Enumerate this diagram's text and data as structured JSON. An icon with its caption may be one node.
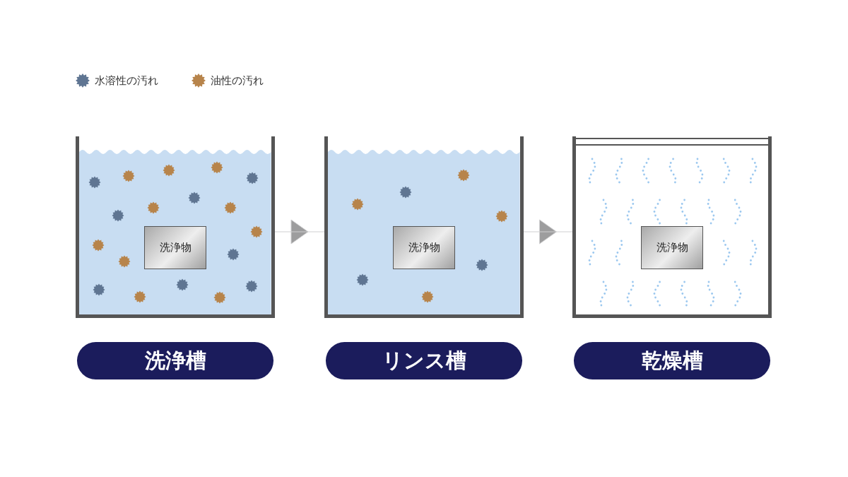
{
  "diagram": {
    "nodes": [
      {
        "text": [],
        "shape": "picture"
      },
      {
        "text": [
          "洗浄物"
        ],
        "in": 0
      },
      {
        "text": [
          "洗浄槽"
        ]
      },
      {
        "text": [],
        "shape": "picture"
      },
      {
        "text": [
          "洗浄物"
        ],
        "in": 3
      },
      {
        "text": [
          "リンス槽"
        ]
      },
      {
        "text": [],
        "shape": "picture"
      },
      {
        "text": [
          "洗浄物"
        ],
        "in": 6
      },
      {
        "text": [
          "乾燥槽"
        ]
      }
    ],
    "edges": [
      {
        "from": 0,
        "to": 3,
        "arrow": "to"
      },
      {
        "from": 3,
        "to": 6,
        "arrow": "to"
      }
    ],
    "legend": [
      {
        "text": "水溶性の汚れ",
        "color": "#5f7592"
      },
      {
        "text": "油性の汚れ",
        "color": "#b7844b"
      }
    ]
  }
}
